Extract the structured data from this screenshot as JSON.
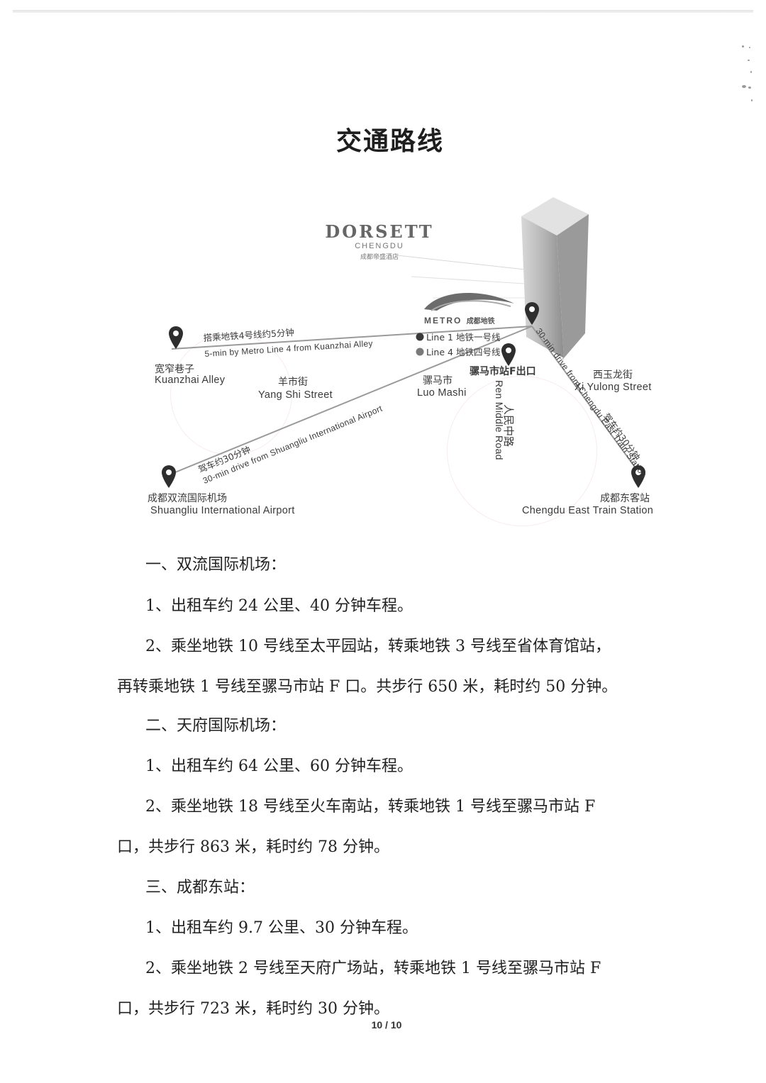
{
  "page": {
    "title": "交通路线",
    "page_number": "10 / 10"
  },
  "map": {
    "brand": {
      "name": "DORSETT",
      "city": "CHENGDU",
      "chinese": "成都帝盛酒店"
    },
    "metro_logo": {
      "text": "METRO",
      "chinese": "成都地铁"
    },
    "lines": [
      {
        "label": "Line 1 地铁一号线",
        "color": "#3a3a3a"
      },
      {
        "label": "Line 4 地铁四号线",
        "color": "#7a7a7a"
      }
    ],
    "places": [
      {
        "zh": "宽窄巷子",
        "en": "Kuanzhai Alley"
      },
      {
        "zh": "羊市街",
        "en": "Yang Shi Street"
      },
      {
        "zh": "骡马市",
        "en": "Luo Mashi"
      },
      {
        "zh": "骡马市站F出口",
        "en": ""
      },
      {
        "zh": "人民中路",
        "en": "Ren Middle Road"
      },
      {
        "zh": "西玉龙街",
        "en": "Xi Yulong Street"
      },
      {
        "zh": "成都双流国际机场",
        "en": "Shuangliu International Airport"
      },
      {
        "zh": "成都东客站",
        "en": "Chengdu East Train Station"
      }
    ],
    "routes": [
      {
        "zh": "搭乘地铁4号线约5分钟",
        "en": "5-min by Metro Line 4 from Kuanzhai Alley"
      },
      {
        "zh": "驾车约30分钟",
        "en": "30-min drive from Shuangliu International Airport"
      },
      {
        "zh": "驾车约30分钟",
        "en": "30-min drive from Chengdu East Train Station"
      }
    ]
  },
  "sections": [
    {
      "heading": "一、双流国际机场：",
      "items": [
        "1、出租车约 24 公里、40 分钟车程。",
        "2、乘坐地铁 10 号线至太平园站，转乘地铁 3 号线至省体育馆站，",
        "再转乘地铁 1 号线至骡马市站 F 口。共步行 650 米，耗时约 50 分钟。"
      ]
    },
    {
      "heading": "二、天府国际机场：",
      "items": [
        "1、出租车约 64 公里、60 分钟车程。",
        "2、乘坐地铁 18 号线至火车南站，转乘地铁 1 号线至骡马市站 F",
        "口，共步行 863 米，耗时约 78 分钟。"
      ]
    },
    {
      "heading": "三、成都东站：",
      "items": [
        "1、出租车约 9.7 公里、30 分钟车程。",
        "2、乘坐地铁 2 号线至天府广场站，转乘地铁 1 号线至骡马市站 F",
        "口，共步行 723 米，耗时约 30 分钟。"
      ]
    }
  ],
  "icons": {
    "map_pin": "map-pin-icon",
    "line_dot": "bullet-dot-icon",
    "tower": "hotel-tower-illustration"
  }
}
